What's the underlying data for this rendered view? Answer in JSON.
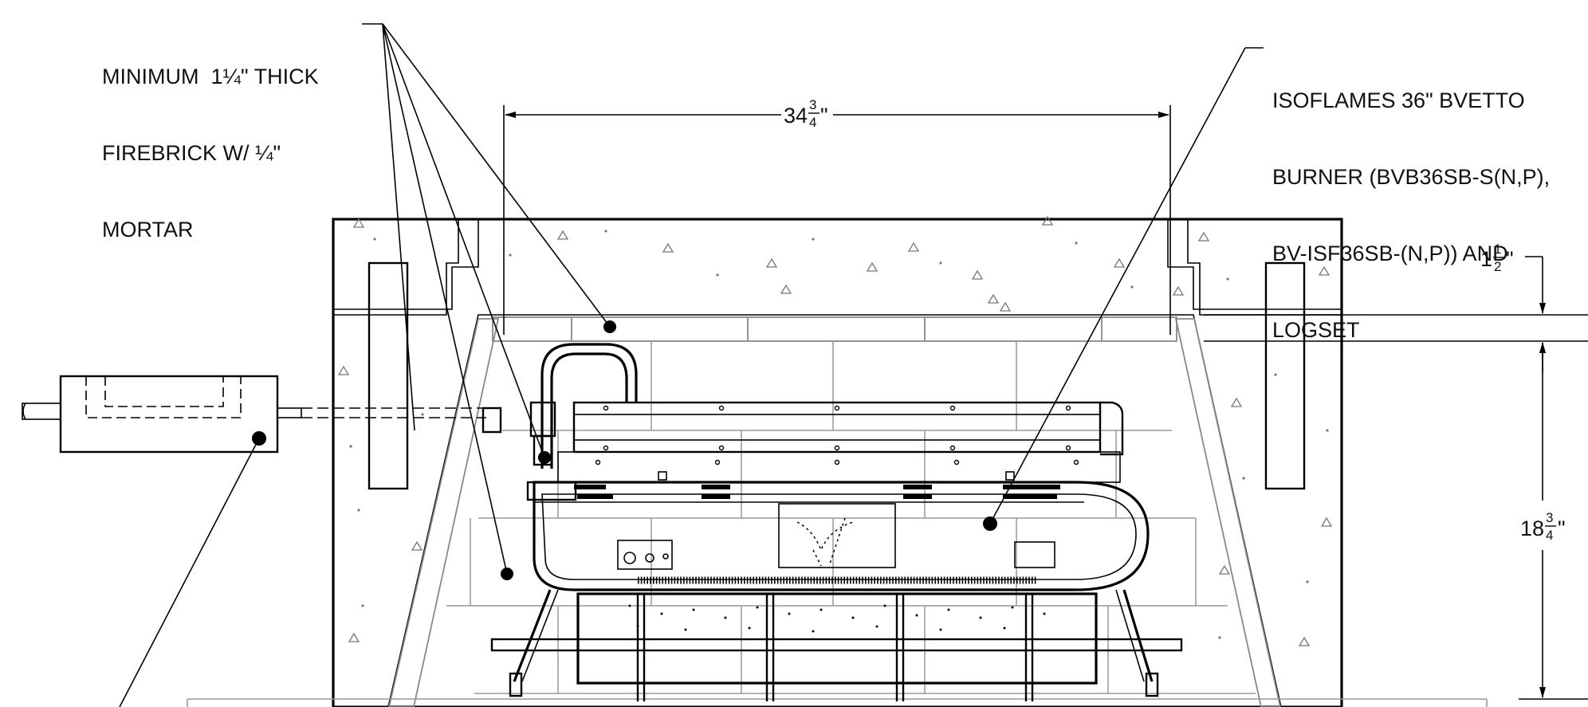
{
  "notes": {
    "firebrick": {
      "line1": "MINIMUM  1¼\" THICK",
      "line2": "FIREBRICK W/ ¼\"",
      "line3": "MORTAR"
    },
    "burner": {
      "line1": "ISOFLAMES 36\" BVETTO",
      "line2": "BURNER (BVB36SB-S(N,P),",
      "line3": "BV-ISF36SB-(N,P)) AND",
      "line4": "LOGSET"
    }
  },
  "dimensions": {
    "width": {
      "whole": "34",
      "num": "3",
      "den": "4",
      "unit": "\""
    },
    "top_gap": {
      "whole": "1",
      "num": "1",
      "den": "2",
      "unit": "\""
    },
    "height": {
      "whole": "18",
      "num": "3",
      "den": "4",
      "unit": "\""
    }
  }
}
